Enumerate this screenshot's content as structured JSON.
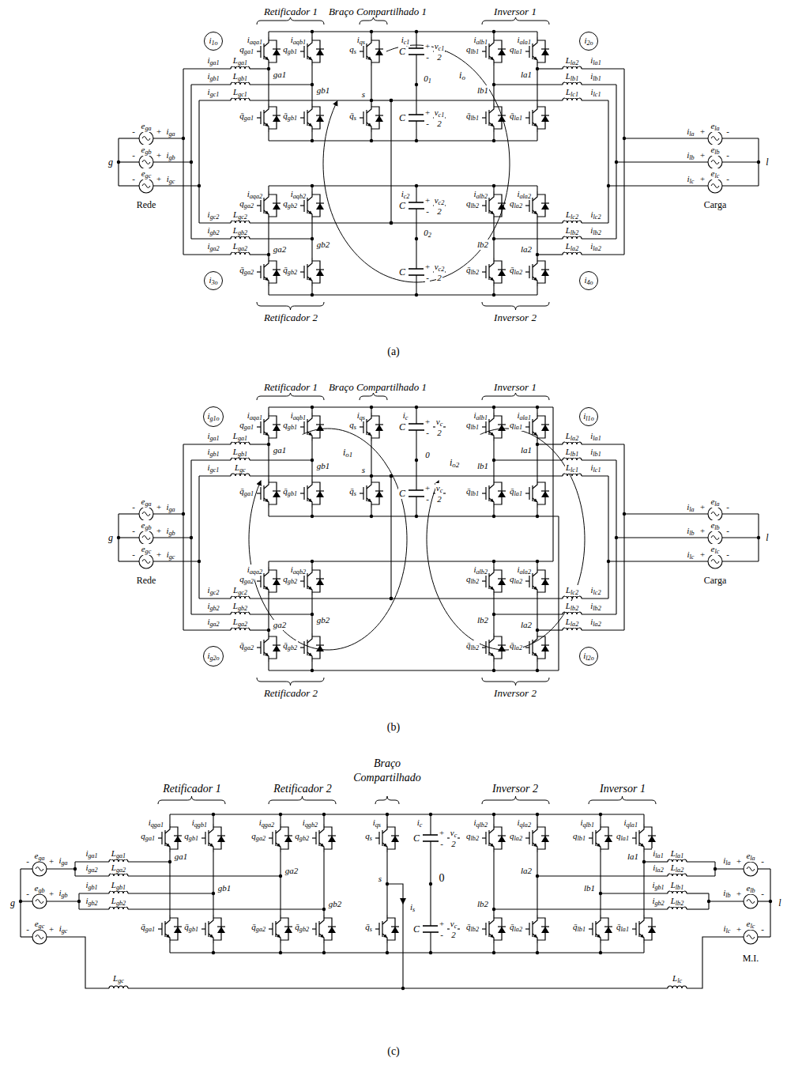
{
  "diagram": {
    "nodes": [
      {
        "text": [
          "i1o"
        ]
      },
      {
        "text": [
          "i2o"
        ]
      },
      {
        "text": [
          "i3o"
        ]
      },
      {
        "text": [
          "i4o"
        ]
      },
      {
        "text": [
          "ig1o"
        ]
      },
      {
        "text": [
          "il1o"
        ]
      },
      {
        "text": [
          "ig2o"
        ]
      },
      {
        "text": [
          "il2o"
        ]
      }
    ],
    "labels": [
      "Retificador 1",
      "Braço Compartilhado 1",
      "Inversor 1",
      "iqga1",
      "qga1",
      "q̄ga1",
      "iqgb1",
      "qgb1",
      "q̄gb1",
      "iqs",
      "qs",
      "q̄s",
      "iqlb1",
      "qlb1",
      "q̄lb1",
      "iqla1",
      "qla1",
      "q̄la1",
      "ic1",
      "C",
      "+",
      "vc1",
      "2",
      "-",
      "C",
      "+",
      "vc1",
      "2",
      "-",
      "01",
      "ga1",
      "gb1",
      "s",
      "lb1",
      "la1",
      "iga1",
      "Lga1",
      "igb1",
      "Lgb1",
      "igc1",
      "Lgc1",
      "ila1",
      "Lla2",
      "ilb1",
      "Llb1",
      "ilc1",
      "Llc1",
      "iqga2",
      "qga2",
      "q̄ga2",
      "iqgb2",
      "qgb2",
      "q̄gb2",
      "iqlb2",
      "qlb2",
      "q̄lb2",
      "iqla2",
      "qla2",
      "q̄la2",
      "ic2",
      "C",
      "+",
      "vc2",
      "2",
      "-",
      "C",
      "+",
      "vc2",
      "2",
      "-",
      "02",
      "ga2",
      "gb2",
      "lb2",
      "la2",
      "igc2",
      "Lgc2",
      "igb2",
      "Lgb2",
      "iga2",
      "Lga2",
      "ilc2",
      "Llc2",
      "ilb2",
      "Llb2",
      "ila2",
      "Lla2",
      "Retificador 2",
      "Inversor 2",
      "ega",
      "iga",
      "-",
      "+",
      "egb",
      "igb",
      "-",
      "+",
      "egc",
      "igc",
      "-",
      "+",
      "g",
      "Rede",
      "ela",
      "ila",
      "+",
      "-",
      "elb",
      "ilb",
      "+",
      "-",
      "elc",
      "ilc",
      "+",
      "-",
      "l",
      "Carga",
      "io",
      "(a)",
      "Retificador 1",
      "Braço Compartilhado 1",
      "Inversor 1",
      "iqga1",
      "qga1",
      "q̄ga1",
      "iqgb1",
      "qgb1",
      "q̄gb1",
      "iqs",
      "qs",
      "q̄s",
      "iqlb1",
      "qlb1",
      "q̄lb1",
      "iqla1",
      "qla1",
      "q̄la1",
      "ic",
      "C",
      "+",
      "vc",
      "2",
      "-",
      "C",
      "+",
      "vc",
      "2",
      "-",
      "0",
      "ga1",
      "gb1",
      "s",
      "lb1",
      "la1",
      "iga1",
      "Lga1",
      "igb1",
      "Lgb1",
      "igc1",
      "Lgc",
      "ila1",
      "Lla2",
      "ilb1",
      "Llb1",
      "ilc1",
      "Llc1",
      "iqga2",
      "qga2",
      "q̄ga2",
      "iqgb2",
      "qgb2",
      "q̄gb2",
      "iqlb2",
      "qlb2",
      "q̄lb2",
      "iqla2",
      "qla2",
      "q̄la2",
      "ga2",
      "gb2",
      "lb2",
      "la2",
      "igc2",
      "Lgc2",
      "igb2",
      "Lgb2",
      "iga2",
      "Lga2",
      "ilc2",
      "Llc2",
      "ilb2",
      "Llb2",
      "ila2",
      "Lla2",
      "Retificador 2",
      "Inversor 2",
      "ega",
      "iga",
      "-",
      "+",
      "egb",
      "igb",
      "-",
      "+",
      "egc",
      "igc",
      "-",
      "+",
      "g",
      "Rede",
      "ela",
      "ila",
      "+",
      "-",
      "elb",
      "ilb",
      "+",
      "-",
      "elc",
      "ilc",
      "+",
      "-",
      "l",
      "Carga",
      "io1",
      "io2",
      "(b)",
      "Retificador 1",
      "Retificador 2",
      "Braço",
      "Compartilhado",
      "Inversor 2",
      "Inversor 1",
      "iqga1",
      "qga1",
      "q̄ga1",
      "iqgb1",
      "qgb1",
      "q̄gb1",
      "iqga2",
      "qga2",
      "q̄ga2",
      "iqgb2",
      "qgb2",
      "q̄gb2",
      "iqs",
      "qs",
      "q̄s",
      "iqlb2",
      "qlb2",
      "q̄lb2",
      "iqla2",
      "qla2",
      "q̄la2",
      "iqlb1",
      "qlb1",
      "q̄lb1",
      "iqla1",
      "qla1",
      "q̄la1",
      "ic",
      "C",
      "+",
      "vc",
      "2",
      "-",
      "C",
      "+",
      "vc",
      "2",
      "-",
      "0",
      "ga1",
      "gb1",
      "ga2",
      "gb2",
      "s",
      "lb2",
      "la2",
      "lb1",
      "la1",
      "iga1",
      "Lga1",
      "iga2",
      "Lga2",
      "igb1",
      "Lgb1",
      "igb2",
      "Lgb2",
      "ila1",
      "Lla1",
      "ila2",
      "Lla2",
      "igb1",
      "Llb1",
      "igb2",
      "Llb2",
      "Lgc",
      "Llc",
      "is",
      "ega",
      "iga",
      "-",
      "+",
      "egb",
      "igb",
      "-",
      "+",
      "egc",
      "igc",
      "-",
      "+",
      "g",
      "ela",
      "ila",
      "+",
      "-",
      "elb",
      "ilb",
      "+",
      "-",
      "elc",
      "ilc",
      "+",
      "-",
      "l",
      "M.I.",
      "(c)"
    ]
  }
}
